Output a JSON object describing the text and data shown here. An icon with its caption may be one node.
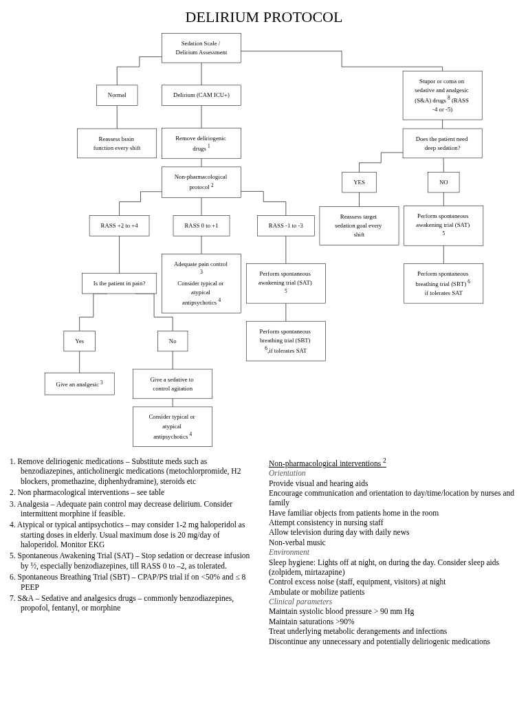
{
  "diagram": {
    "title": "DELIRIUM PROTOCOL",
    "nodes": [
      {
        "text": [
          "Sedation Scale / Delirium Assessment"
        ]
      },
      {
        "text": [
          "Normal"
        ]
      },
      {
        "text": [
          "Delirium (CAM ICU+)"
        ]
      },
      {
        "text": [
          "Stupor or coma on sedative and analgesic (S&A) drugs $^{8}$ (RASS -4 or -5)"
        ]
      },
      {
        "text": [
          "Reassess brain function every shift"
        ]
      },
      {
        "text": [
          "Remove deliriogenic drugs $^{1}$"
        ]
      },
      {
        "text": [
          "Non-pharmacological protocol $^{2}$"
        ]
      },
      {
        "text": [
          "Does the patient need deep sedation?"
        ]
      },
      {
        "text": [
          "RASS +2 to +4"
        ]
      },
      {
        "text": [
          "RASS 0 to +1"
        ]
      },
      {
        "text": [
          "RASS -1 to -3"
        ]
      },
      {
        "text": [
          "YES"
        ]
      },
      {
        "text": [
          "NO"
        ]
      },
      {
        "text": [
          "Is the patient in pain?"
        ]
      },
      {
        "text": [
          "Yes"
        ]
      },
      {
        "text": [
          "No"
        ]
      },
      {
        "text": [
          "Give an analgesic $^{3}$"
        ]
      },
      {
        "text": [
          "Adequate pain control $^{3}$",
          "Consider typical or atypical antipsychotics $^{4}$"
        ]
      },
      {
        "text": [
          "Perform spontaneous awakening trial (SAT) $^{5}$"
        ]
      },
      {
        "text": [
          "Perform spontaneous breathing trial (SBT) $^{6}$,if tolerates SAT"
        ]
      },
      {
        "text": [
          "Reassess target sedation goal every shift"
        ]
      },
      {
        "text": [
          "Perform spontaneous awakening trial (SAT) $^{5}$"
        ]
      },
      {
        "text": [
          "Perform spontaneous breathing trial (SBT) $^{6}$ if tolerates SAT"
        ]
      },
      {
        "text": [
          "Give a sedative to control agitation"
        ]
      },
      {
        "text": [
          "Consider typical or atypical antipsychotics $^{4}$"
        ]
      }
    ],
    "edges": [
      {
        "from": 0,
        "to": 1,
        "arrow": "none"
      },
      {
        "from": 0,
        "to": 2,
        "arrow": "none"
      },
      {
        "from": 0,
        "to": 3,
        "arrow": "none"
      },
      {
        "from": 1,
        "to": 4,
        "arrow": "none"
      },
      {
        "from": 2,
        "to": 5,
        "arrow": "none"
      },
      {
        "from": 5,
        "to": 6,
        "arrow": "none"
      },
      {
        "from": 3,
        "to": 7,
        "arrow": "none"
      },
      {
        "from": 6,
        "to": 8,
        "arrow": "none"
      },
      {
        "from": 6,
        "to": 9,
        "arrow": "none"
      },
      {
        "from": 6,
        "to": 10,
        "arrow": "none"
      },
      {
        "from": 7,
        "to": 11,
        "arrow": "none"
      },
      {
        "from": 7,
        "to": 12,
        "arrow": "none"
      },
      {
        "from": 8,
        "to": 13,
        "arrow": "none"
      },
      {
        "from": 13,
        "to": 14,
        "arrow": "none"
      },
      {
        "from": 13,
        "to": 15,
        "arrow": "none"
      },
      {
        "from": 14,
        "to": 16,
        "arrow": "none"
      },
      {
        "from": 15,
        "to": 23,
        "arrow": "none"
      },
      {
        "from": 23,
        "to": 24,
        "arrow": "none"
      },
      {
        "from": 9,
        "to": 17,
        "arrow": "none"
      },
      {
        "from": 10,
        "to": 18,
        "arrow": "none"
      },
      {
        "from": 18,
        "to": 19,
        "arrow": "none"
      },
      {
        "from": 11,
        "to": 20,
        "arrow": "none"
      },
      {
        "from": 12,
        "to": 21,
        "arrow": "none"
      },
      {
        "from": 21,
        "to": 22,
        "arrow": "none"
      }
    ],
    "labels": [
      "1. Remove deliriogenic medications – Substitute meds such as benzodiazepines, anticholinergic medications (metochlorpromide, H2 blockers, promethazine, diphenhydramine), steroids etc",
      "2. Non pharmacological interventions – see table",
      "3. Analgesia – Adequate pain control may decrease delirium. Consider intermittent morphine if feasible.",
      "4. Atypical or typical antipsychotics – may consider 1-2 mg haloperidol as starting doses in elderly. Usual maximum dose is 20 mg/day of haloperidol. Monitor EKG",
      "5. Spontaneous Awakening Trial (SAT) – Stop sedation or decrease infusion by ½, especially benzodiazepines, till RASS 0 to –2, as tolerated.",
      "6. Spontaneous Breathing Trial (SBT) – CPAP/PS trial if on <50% and ≤ 8 PEEP",
      "7. S&A – Sedative and analgesics drugs – commonly benzodiazepines, propofol, fentanyl, or morphine",
      "Non-pharmacological interventions $^{2}$",
      "Orientation",
      "Provide visual and hearing aids",
      "Encourage communication and orientation to day/time/location by nurses and family",
      "Have familiar objects from patients home in the room",
      "Attempt consistency in nursing staff",
      "Allow television during day with daily news",
      "Non-verbal music",
      "Environment",
      "Sleep hygiene: Lights off at night, on during the day. Consider sleep aids (zolpidem, mirtazapine)",
      "Control excess noise (staff, equipment, visitors) at night",
      "Ambulate or mobilize patients",
      "Clinical parameters",
      "Maintain systolic blood pressure > 90 mm Hg",
      "Maintain saturations >90%",
      "Treat underlying metabolic derangements and infections",
      "Discontinue any unnecessary and potentially deliriogenic medications"
    ]
  }
}
